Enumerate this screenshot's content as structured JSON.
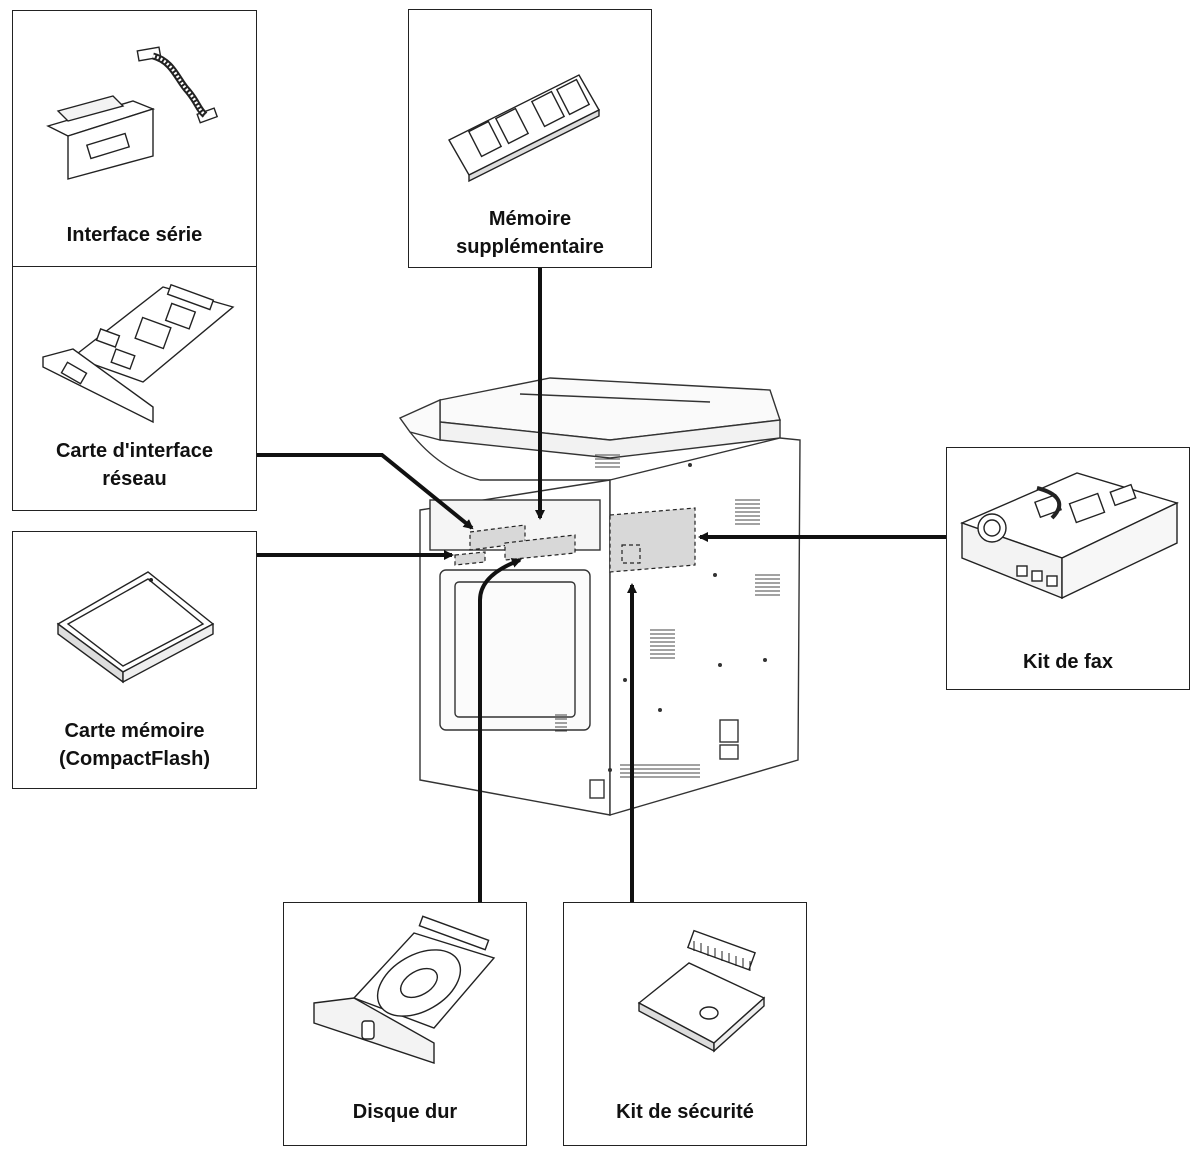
{
  "labels": {
    "serial_interface": "Interface série",
    "network_card": "Carte d'interface\nréseau",
    "memory_card": "Carte mémoire\n(CompactFlash)",
    "extra_memory": "Mémoire\nsupplémentaire",
    "fax_kit": "Kit de fax",
    "hard_disk": "Disque dur",
    "security_kit": "Kit de sécurité"
  }
}
